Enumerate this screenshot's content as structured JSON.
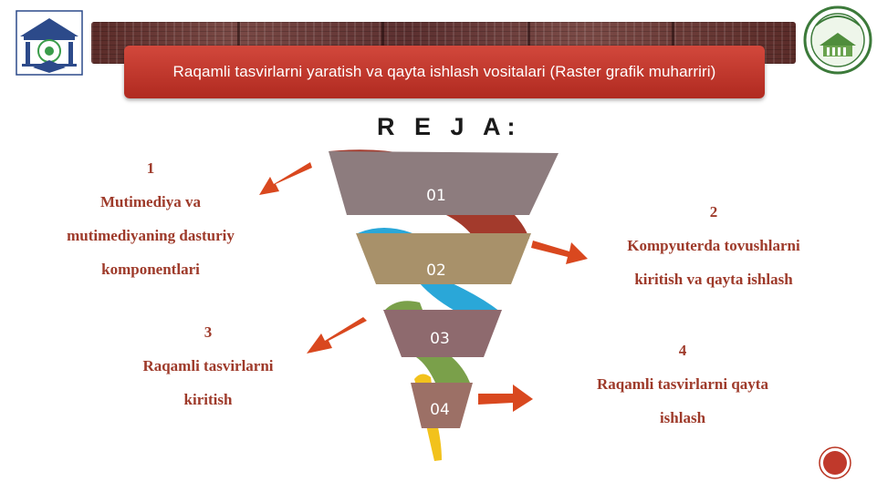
{
  "slide": {
    "title": "Raqamli tasvirlarni yaratish va qayta ishlash vositalari (Raster grafik muharriri)",
    "heading": "R E J A:"
  },
  "funnel": {
    "levels": [
      {
        "label": "01",
        "color": "#8d7c7e"
      },
      {
        "label": "02",
        "color": "#a8916a"
      },
      {
        "label": "03",
        "color": "#8e6a6e"
      },
      {
        "label": "04",
        "color": "#9c7066"
      }
    ],
    "ribbon_colors": [
      "#a33a2c",
      "#2aa7d8",
      "#7aa04a",
      "#f2c21c"
    ]
  },
  "items": [
    {
      "number": "1",
      "lines": [
        "Mutimediya va",
        "mutimediyaning dasturiy",
        "komponentlari"
      ]
    },
    {
      "number": "2",
      "lines": [
        "Kompyuterda tovushlarni",
        "kiritish va qayta ishlash"
      ]
    },
    {
      "number": "3",
      "lines": [
        "Raqamli tasvirlarni",
        "kiritish"
      ]
    },
    {
      "number": "4",
      "lines": [
        "Raqamli tasvirlarni qayta",
        "ishlash"
      ]
    }
  ],
  "colors": {
    "accent": "#c0392b",
    "text": "#9e3a2a",
    "arrow": "#d9481f"
  },
  "icons": {
    "left_logo": "university-logo-icon",
    "right_logo": "termiz-state-university-seal-icon",
    "nav": "slide-nav-button-icon"
  }
}
